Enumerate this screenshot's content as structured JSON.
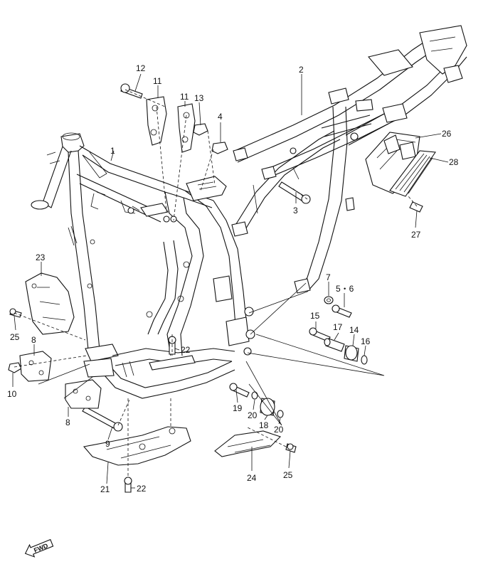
{
  "callouts": [
    {
      "id": "c1",
      "label": "1"
    },
    {
      "id": "c2",
      "label": "2"
    },
    {
      "id": "c3",
      "label": "3"
    },
    {
      "id": "c4",
      "label": "4"
    },
    {
      "id": "c5-6",
      "label": "5・6"
    },
    {
      "id": "c7",
      "label": "7"
    },
    {
      "id": "c8a",
      "label": "8"
    },
    {
      "id": "c8b",
      "label": "8"
    },
    {
      "id": "c9",
      "label": "9"
    },
    {
      "id": "c10",
      "label": "10"
    },
    {
      "id": "c11a",
      "label": "11"
    },
    {
      "id": "c11b",
      "label": "11"
    },
    {
      "id": "c12",
      "label": "12"
    },
    {
      "id": "c13",
      "label": "13"
    },
    {
      "id": "c14",
      "label": "14"
    },
    {
      "id": "c15",
      "label": "15"
    },
    {
      "id": "c16",
      "label": "16"
    },
    {
      "id": "c17",
      "label": "17"
    },
    {
      "id": "c18",
      "label": "18"
    },
    {
      "id": "c19",
      "label": "19"
    },
    {
      "id": "c20a",
      "label": "20"
    },
    {
      "id": "c20b",
      "label": "20"
    },
    {
      "id": "c21",
      "label": "21"
    },
    {
      "id": "c22a",
      "label": "22"
    },
    {
      "id": "c22b",
      "label": "22"
    },
    {
      "id": "c23",
      "label": "23"
    },
    {
      "id": "c24",
      "label": "24"
    },
    {
      "id": "c25a",
      "label": "25"
    },
    {
      "id": "c25b",
      "label": "25"
    },
    {
      "id": "c26",
      "label": "26"
    },
    {
      "id": "c27",
      "label": "27"
    },
    {
      "id": "c28",
      "label": "28"
    }
  ],
  "fwd_label": "FWD"
}
